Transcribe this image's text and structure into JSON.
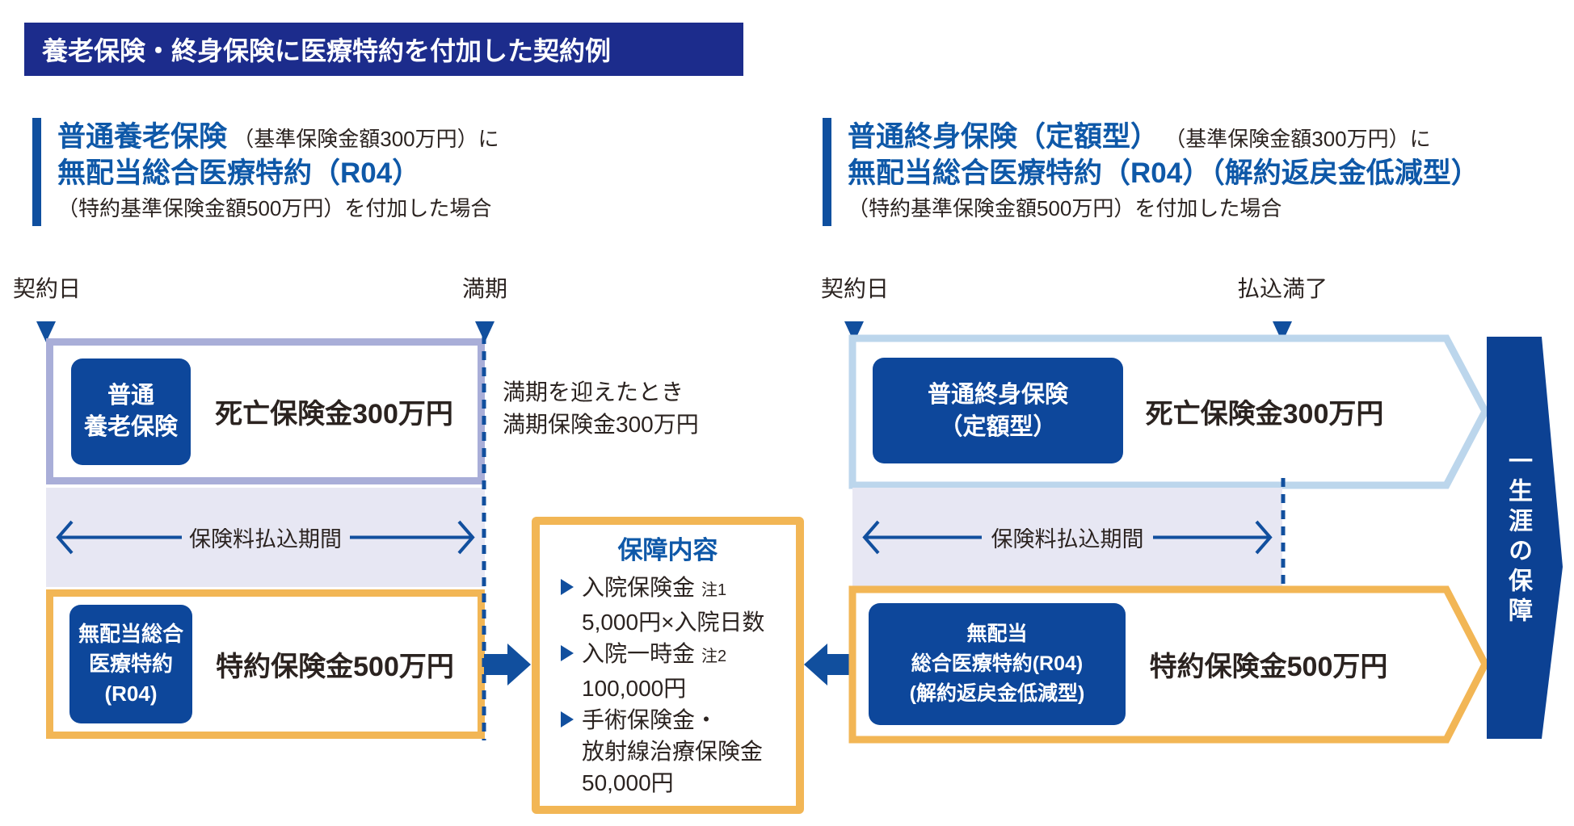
{
  "title": "養老保険・終身保険に医療特約を付加した契約例",
  "coverage": {
    "title": "保障内容",
    "items": [
      {
        "line1": "入院保険金",
        "note": "注1",
        "line2": "5,000円×入院日数"
      },
      {
        "line1": "入院一時金",
        "note": "注2",
        "line2": "100,000円"
      },
      {
        "line1": "手術保険金・",
        "line2": "放射線治療保険金",
        "line3": "50,000円"
      }
    ]
  },
  "sections": {
    "left": {
      "product": "普通養老保険",
      "product_note": "（基準保険金額300万円）に",
      "rider": "無配当総合医療特約（R04）",
      "rider_note": "（特約基準保険金額500万円）を付加した場合",
      "timeline_start": "契約日",
      "timeline_end": "満期",
      "main_box": {
        "tag_line1": "普通",
        "tag_line2": "養老保険",
        "benefit": "死亡保険金300万円"
      },
      "maturity_line1": "満期を迎えたとき",
      "maturity_line2": "満期保険金300万円",
      "period_label": "保険料払込期間",
      "rider_box": {
        "tag_line1": "無配当総合",
        "tag_line2": "医療特約",
        "tag_line3": "(R04)",
        "benefit": "特約保険金500万円"
      }
    },
    "right": {
      "product": "普通終身保険（定額型）",
      "product_note": "（基準保険金額300万円）に",
      "rider": "無配当総合医療特約（R04）（解約返戻金低減型）",
      "rider_note": "（特約基準保険金額500万円）を付加した場合",
      "timeline_start": "契約日",
      "timeline_end": "払込満了",
      "main_box": {
        "tag_line1": "普通終身保険",
        "tag_line2": "（定額型）",
        "benefit": "死亡保険金300万円"
      },
      "period_label": "保険料払込期間",
      "rider_box": {
        "tag_line1": "無配当",
        "tag_line2": "総合医療特約(R04)",
        "tag_line3": "(解約返戻金低減型)",
        "benefit": "特約保険金500万円"
      },
      "banner_label": "一生涯の保障"
    }
  },
  "colors": {
    "title_bar_navy": "#1c2c8c",
    "heading_blue": "#0e58a8",
    "accent_line_blue": "#114f9e",
    "tag_fill_blue": "#0d479b",
    "lavender_border": "#a9aed8",
    "band_fill": "#e7e7f3",
    "orange_border": "#f2b655",
    "lightblue_border": "#bcd6ec",
    "banner_blue": "#0c4193",
    "text_dark": "#2b2320"
  }
}
